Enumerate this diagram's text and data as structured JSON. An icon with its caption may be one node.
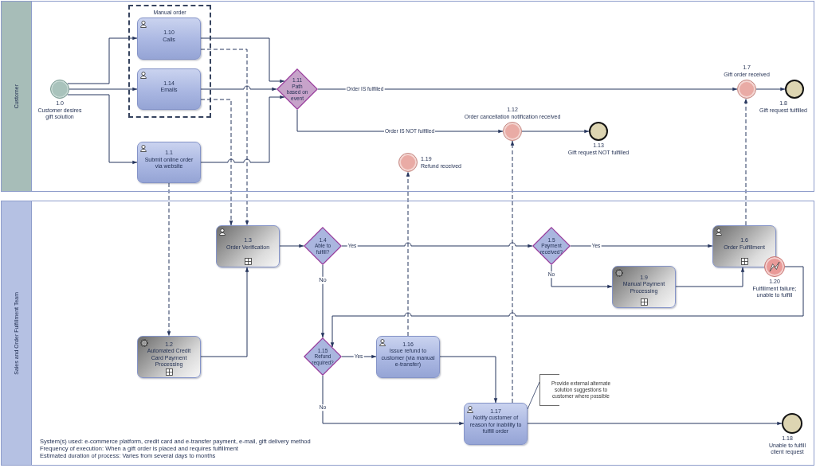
{
  "diagram": {
    "nodes": [
      {
        "text": [
          "Customer"
        ]
      },
      {
        "text": [],
        "shape": "circle",
        "in": 0,
        "beside": [
          "1.0",
          "Customer desires gift solution"
        ]
      },
      {
        "text": [
          "Manual order"
        ],
        "in": 0
      },
      {
        "text": [
          "1.10",
          "Calls"
        ],
        "in": 2
      },
      {
        "text": [
          "1.14",
          "Emails"
        ],
        "in": 2
      },
      {
        "text": [
          "1.1",
          "Submit online order via website"
        ],
        "in": 0
      },
      {
        "text": [
          "1.11",
          "Path based on event"
        ],
        "in": 0
      },
      {
        "text": [],
        "shape": "circle",
        "in": 0,
        "beside": [
          "1.7",
          "Gift order received"
        ]
      },
      {
        "text": [],
        "shape": "circle",
        "in": 0,
        "beside": [
          "1.8",
          "Gift request fulfilled"
        ]
      },
      {
        "text": [],
        "shape": "circle",
        "in": 0,
        "beside": [
          "1.12",
          "Order cancellation notification received"
        ]
      },
      {
        "text": [],
        "shape": "circle",
        "in": 0,
        "beside": [
          "1.13",
          "Gift request NOT fulfilled"
        ]
      },
      {
        "text": [],
        "shape": "circle",
        "in": 0,
        "beside": [
          "1.19",
          "Refund received"
        ]
      },
      {
        "text": [
          "Sales and Order Fulfillment Team"
        ]
      },
      {
        "text": [
          "1.3",
          "Order Verification"
        ],
        "in": 12
      },
      {
        "text": [
          "1.4",
          "Able to fulfill?"
        ],
        "in": 12
      },
      {
        "text": [
          "1.5",
          "Payment received?"
        ],
        "in": 12
      },
      {
        "text": [
          "1.6",
          "Order Fulfillment"
        ],
        "in": 12
      },
      {
        "text": [],
        "shape": "circle",
        "in": 12,
        "beside": [
          "1.20",
          "Fulfillment failure; unable to fulfill"
        ]
      },
      {
        "text": [
          "1.9",
          "Manual Payment Processing"
        ],
        "in": 12
      },
      {
        "text": [
          "1.2",
          "Automated Credit Card Payment Processing"
        ],
        "in": 12
      },
      {
        "text": [
          "1.15",
          "Refund required?"
        ],
        "in": 12
      },
      {
        "text": [
          "1.16",
          "Issue refund to customer (via manual e-transfer)"
        ],
        "in": 12
      },
      {
        "text": [
          "1.17",
          "Notify customer of reason for inability to fulfill order"
        ],
        "in": 12
      },
      {
        "text": [
          "Provide external alternate solution suggestions to customer where possible"
        ],
        "in": 12
      },
      {
        "text": [],
        "shape": "circle",
        "in": 12,
        "beside": [
          "1.18",
          "Unable to fulfill client request"
        ]
      }
    ],
    "edges": [
      {
        "from": 1,
        "to": 3,
        "arrow": "to"
      },
      {
        "from": 1,
        "to": 4,
        "arrow": "to"
      },
      {
        "from": 1,
        "to": 5,
        "arrow": "to"
      },
      {
        "from": 3,
        "to": 6,
        "arrow": "to"
      },
      {
        "from": 4,
        "to": 6,
        "arrow": "to"
      },
      {
        "from": 5,
        "to": 6,
        "arrow": "to"
      },
      {
        "from": 6,
        "to": 7,
        "arrow": "to",
        "label": "Order IS fulfilled"
      },
      {
        "from": 6,
        "to": 9,
        "arrow": "to",
        "label": "Order IS NOT fulfilled"
      },
      {
        "from": 7,
        "to": 8,
        "arrow": "to"
      },
      {
        "from": 9,
        "to": 10,
        "arrow": "to"
      },
      {
        "from": 3,
        "to": 13,
        "arrow": "to",
        "style": "dashed"
      },
      {
        "from": 4,
        "to": 13,
        "arrow": "to",
        "style": "dashed"
      },
      {
        "from": 5,
        "to": 19,
        "arrow": "to",
        "style": "dashed"
      },
      {
        "from": 21,
        "to": 11,
        "arrow": "to",
        "style": "dashed"
      },
      {
        "from": 22,
        "to": 9,
        "arrow": "to",
        "style": "dashed"
      },
      {
        "from": 16,
        "to": 7,
        "arrow": "to",
        "style": "dashed"
      },
      {
        "from": 19,
        "to": 13,
        "arrow": "to"
      },
      {
        "from": 13,
        "to": 14,
        "arrow": "to"
      },
      {
        "from": 14,
        "to": 15,
        "arrow": "to",
        "label": "Yes"
      },
      {
        "from": 14,
        "to": 20,
        "arrow": "to",
        "label": "No"
      },
      {
        "from": 15,
        "to": 16,
        "arrow": "to",
        "label": "Yes"
      },
      {
        "from": 15,
        "to": 18,
        "arrow": "to",
        "label": "No"
      },
      {
        "from": 18,
        "to": 16,
        "arrow": "to"
      },
      {
        "from": 17,
        "to": 20,
        "arrow": "to"
      },
      {
        "from": 20,
        "to": 21,
        "arrow": "to",
        "label": "Yes"
      },
      {
        "from": 20,
        "to": 22,
        "arrow": "to",
        "label": "No"
      },
      {
        "from": 21,
        "to": 22,
        "arrow": "to"
      },
      {
        "from": 22,
        "to": 24,
        "arrow": "to"
      },
      {
        "from": 23,
        "to": 22,
        "arrow": "none"
      }
    ],
    "labels": [
      "System(s) used: e-commerce platform, credit card and e-transfer payment, e-mail, gift delivery method",
      "Frequency of execution: When a gift order is placed and requires fulfillment",
      "Estimated duration of process: Varies from several days to months"
    ]
  }
}
